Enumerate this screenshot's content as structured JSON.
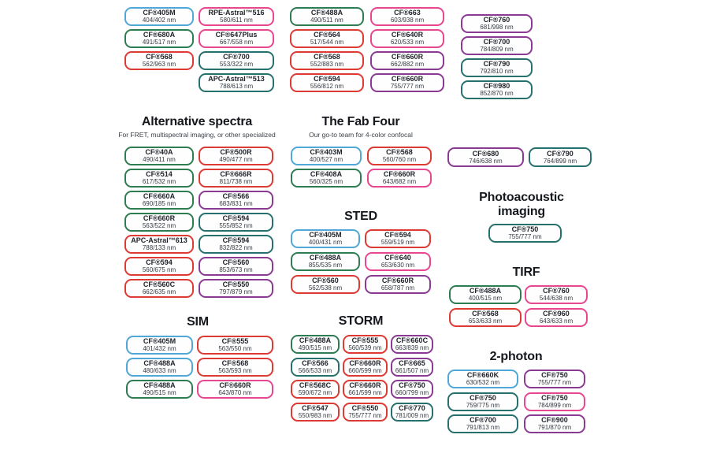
{
  "colors": {
    "blue": "#4fa8d8",
    "green": "#2e7d52",
    "red": "#dd3a33",
    "pink": "#e8468f",
    "teal": "#26716e",
    "purple": "#8b3a94",
    "text": "#20242b"
  },
  "groups": {
    "top1": {
      "badges": [
        {
          "n": "CF®405M",
          "v": "404/402 nm",
          "c": "blue"
        },
        {
          "n": "CF®680A",
          "v": "491/517 nm",
          "c": "green"
        },
        {
          "n": "CF®568",
          "v": "562/963 nm",
          "c": "red"
        }
      ]
    },
    "top2": {
      "badges": [
        {
          "n": "RPE-Astral™516",
          "v": "580/611 nm",
          "c": "pink"
        },
        {
          "n": "CF®647Plus",
          "v": "667/558 nm",
          "c": "pink"
        },
        {
          "n": "CF®700",
          "v": "553/322 nm",
          "c": "teal"
        },
        {
          "n": "APC-Astral™513",
          "v": "788/613 nm",
          "c": "teal"
        }
      ]
    },
    "top3": {
      "badges": [
        {
          "n": "CF®488A",
          "v": "490/511 nm",
          "c": "green"
        },
        {
          "n": "CF®564",
          "v": "517/544 nm",
          "c": "red"
        },
        {
          "n": "CF®568",
          "v": "552/883 nm",
          "c": "red"
        },
        {
          "n": "CF®594",
          "v": "556/812 nm",
          "c": "red"
        }
      ]
    },
    "top4": {
      "badges": [
        {
          "n": "CF®663",
          "v": "603/938 nm",
          "c": "pink"
        },
        {
          "n": "CF®640R",
          "v": "620/533 nm",
          "c": "pink"
        },
        {
          "n": "CF®660R",
          "v": "662/882 nm",
          "c": "purple"
        },
        {
          "n": "CF®660R",
          "v": "755/777 nm",
          "c": "purple"
        }
      ]
    },
    "top5": {
      "badges": [
        {
          "n": "CF®760",
          "v": "681/998 nm",
          "c": "purple"
        },
        {
          "n": "CF®700",
          "v": "784/809 nm",
          "c": "purple"
        },
        {
          "n": "CF®790",
          "v": "792/810 nm",
          "c": "teal"
        },
        {
          "n": "CF®980",
          "v": "852/870 nm",
          "c": "teal"
        }
      ]
    },
    "alternative": {
      "title": "Alternative spectra",
      "subtitle": "For FRET, multispectral imaging, or other specialized",
      "badges": [
        {
          "n": "CF®40A",
          "v": "490/411 nm",
          "c": "green"
        },
        {
          "n": "CF®500R",
          "v": "490/477 nm",
          "c": "red"
        },
        {
          "n": "CF®514",
          "v": "617/532 nm",
          "c": "green"
        },
        {
          "n": "CF®666R",
          "v": "811/738 nm",
          "c": "red"
        },
        {
          "n": "CF®660A",
          "v": "690/185 nm",
          "c": "green"
        },
        {
          "n": "CF®566",
          "v": "683/831 nm",
          "c": "purple"
        },
        {
          "n": "CF®660R",
          "v": "563/522 nm",
          "c": "green"
        },
        {
          "n": "CF®594",
          "v": "555/852 nm",
          "c": "teal"
        },
        {
          "n": "APC-Astral™613",
          "v": "788/133 nm",
          "c": "red"
        },
        {
          "n": "CF®594",
          "v": "832/822 nm",
          "c": "teal"
        },
        {
          "n": "CF®594",
          "v": "560/675 nm",
          "c": "red"
        },
        {
          "n": "CF®560",
          "v": "853/673 nm",
          "c": "purple"
        },
        {
          "n": "CF®560C",
          "v": "662/635 nm",
          "c": "red"
        },
        {
          "n": "CF®550",
          "v": "797/879 nm",
          "c": "purple"
        }
      ]
    },
    "fabfour": {
      "title": "The Fab Four",
      "subtitle": "Our go-to team for 4-color confocal",
      "badges": [
        {
          "n": "CF®403M",
          "v": "400/527 nm",
          "c": "blue"
        },
        {
          "n": "CF®568",
          "v": "560/760 nm",
          "c": "red"
        },
        {
          "n": "CF®408A",
          "v": "560/325 nm",
          "c": "green"
        },
        {
          "n": "CF®660R",
          "v": "643/682 nm",
          "c": "pink"
        }
      ]
    },
    "sted": {
      "title": "STED",
      "badges": [
        {
          "n": "CF®405M",
          "v": "400/431 nm",
          "c": "blue"
        },
        {
          "n": "CF®594",
          "v": "559/519 nm",
          "c": "red"
        },
        {
          "n": "CF®488A",
          "v": "855/535 nm",
          "c": "green"
        },
        {
          "n": "CF®640",
          "v": "653/630 nm",
          "c": "pink"
        },
        {
          "n": "CF®560",
          "v": "562/538 nm",
          "c": "red"
        },
        {
          "n": "CF®660R",
          "v": "658/787 nm",
          "c": "purple"
        }
      ]
    },
    "pair680": {
      "badges": [
        {
          "n": "CF®680",
          "v": "746/638 nm",
          "c": "purple"
        },
        {
          "n": "CF®790",
          "v": "764/899 nm",
          "c": "teal"
        }
      ]
    },
    "photoacoustic": {
      "title": "Photoacoustic imaging",
      "badges": [
        {
          "n": "CF®750",
          "v": "755/777 nm",
          "c": "teal"
        }
      ]
    },
    "tirf": {
      "title": "TIRF",
      "badges": [
        {
          "n": "CF®488A",
          "v": "400/515 nm",
          "c": "green"
        },
        {
          "n": "CF®760",
          "v": "544/638 nm",
          "c": "pink"
        },
        {
          "n": "CF®568",
          "v": "653/633 nm",
          "c": "red"
        },
        {
          "n": "CF®960",
          "v": "643/633 nm",
          "c": "pink"
        }
      ]
    },
    "sim": {
      "title": "SIM",
      "badges": [
        {
          "n": "CF®405M",
          "v": "401/432 nm",
          "c": "blue"
        },
        {
          "n": "CF®555",
          "v": "563/550 nm",
          "c": "red"
        },
        {
          "n": "CF®488A",
          "v": "480/633 nm",
          "c": "blue"
        },
        {
          "n": "CF®568",
          "v": "563/593 nm",
          "c": "red"
        },
        {
          "n": "CF®488A",
          "v": "490/515 nm",
          "c": "green"
        },
        {
          "n": "CF®660R",
          "v": "643/870 nm",
          "c": "pink"
        }
      ]
    },
    "storm": {
      "title": "STORM",
      "badges": [
        {
          "n": "CF®488A",
          "v": "490/515 nm",
          "c": "green"
        },
        {
          "n": "CF®555",
          "v": "560/539 nm",
          "c": "red"
        },
        {
          "n": "CF®660C",
          "v": "663/839 nm",
          "c": "purple"
        },
        {
          "n": "CF®566",
          "v": "566/533 nm",
          "c": "teal"
        },
        {
          "n": "CF®660R",
          "v": "660/599 nm",
          "c": "red"
        },
        {
          "n": "CF®665",
          "v": "661/507 nm",
          "c": "purple"
        },
        {
          "n": "CF®568C",
          "v": "590/672 nm",
          "c": "red"
        },
        {
          "n": "CF®660R",
          "v": "661/599 nm",
          "c": "red"
        },
        {
          "n": "CF®750",
          "v": "660/799 nm",
          "c": "purple"
        },
        {
          "n": "CF®547",
          "v": "550/983 nm",
          "c": "red"
        },
        {
          "n": "CF®550",
          "v": "755/777 nm",
          "c": "red"
        },
        {
          "n": "CF®770",
          "v": "781/009 nm",
          "c": "teal"
        }
      ]
    },
    "twophoton": {
      "title": "2-photon",
      "badges": [
        {
          "n": "CF®660K",
          "v": "630/532 nm",
          "c": "blue"
        },
        {
          "n": "CF®750",
          "v": "755/777 nm",
          "c": "purple"
        },
        {
          "n": "CF®750",
          "v": "759/775 nm",
          "c": "teal"
        },
        {
          "n": "CF®750",
          "v": "784/899 nm",
          "c": "pink"
        },
        {
          "n": "CF®700",
          "v": "791/813 nm",
          "c": "teal"
        },
        {
          "n": "CF®900",
          "v": "791/870 nm",
          "c": "purple"
        }
      ]
    }
  }
}
